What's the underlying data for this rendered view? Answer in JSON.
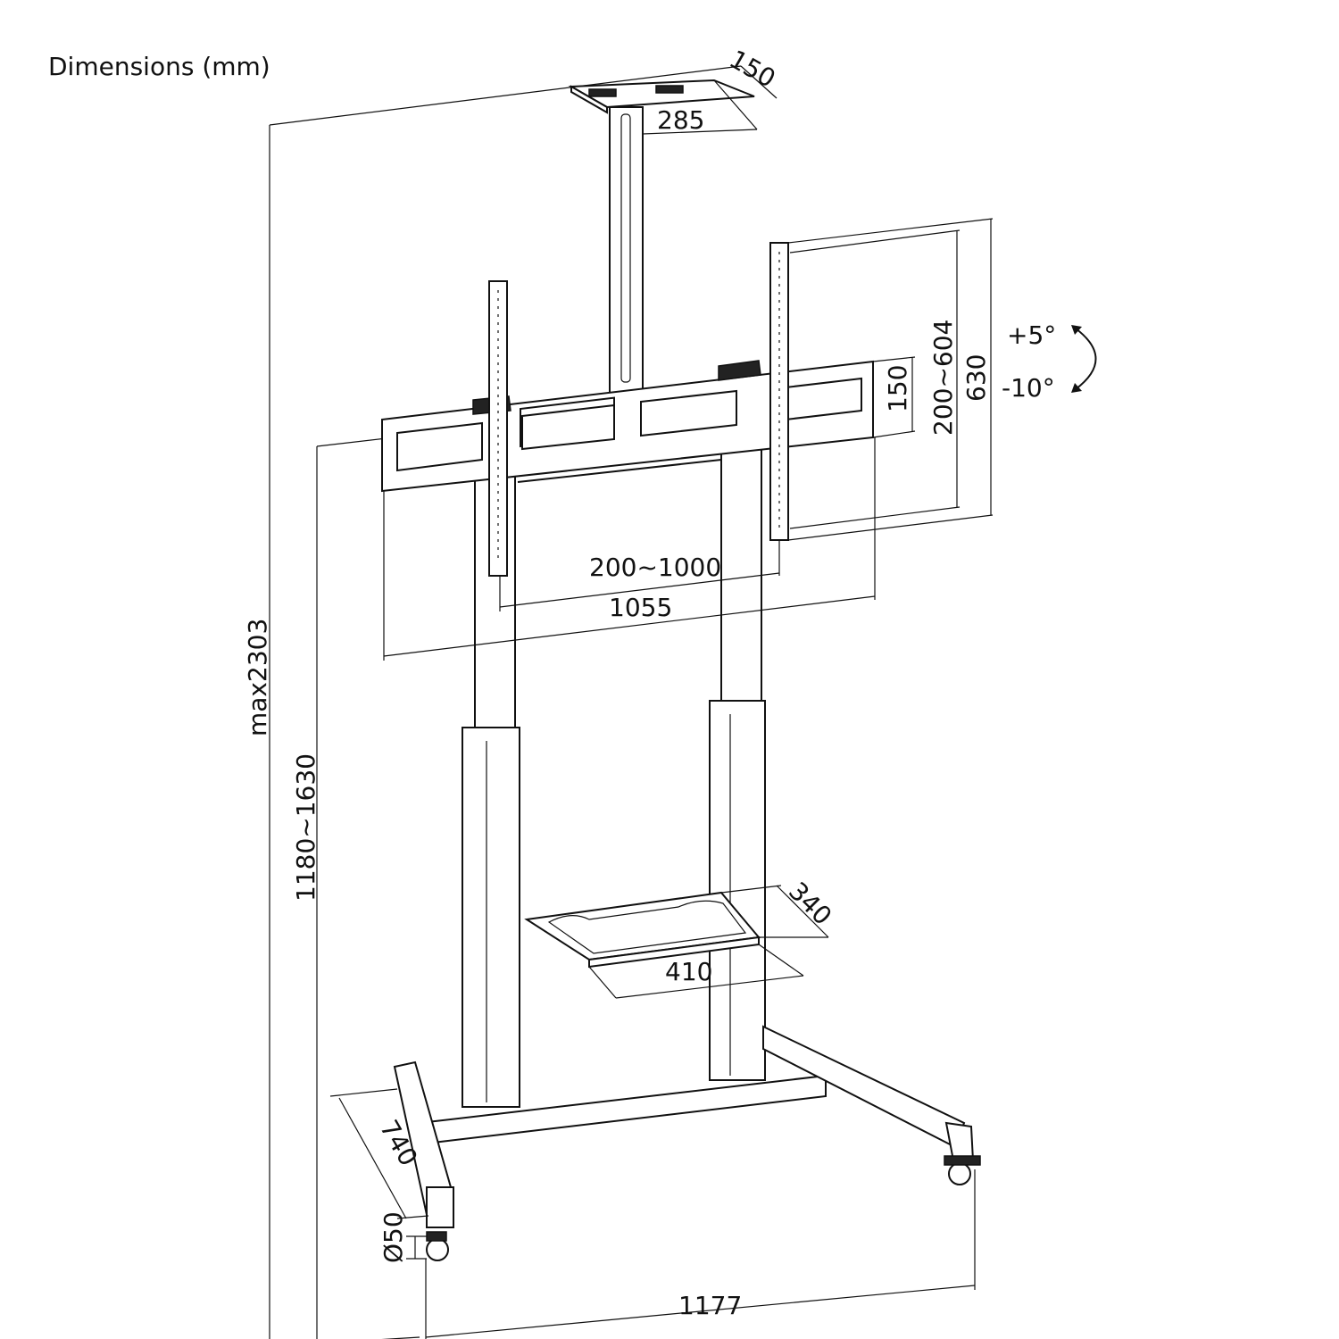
{
  "title": "Dimensions (mm)",
  "dimensions": {
    "top_plate_depth": "150",
    "top_plate_width": "285",
    "tilt_up": "+5°",
    "tilt_down": "-10°",
    "bracket_height": "150",
    "vesa_vertical": "200~604",
    "rail_height": "630",
    "vesa_horizontal": "200~1000",
    "bracket_width": "1055",
    "max_height": "max2303",
    "height_range": "1180~1630",
    "shelf_depth": "340",
    "shelf_width": "410",
    "base_depth": "740",
    "wheel_diameter": "Ø50",
    "base_width": "1177"
  }
}
